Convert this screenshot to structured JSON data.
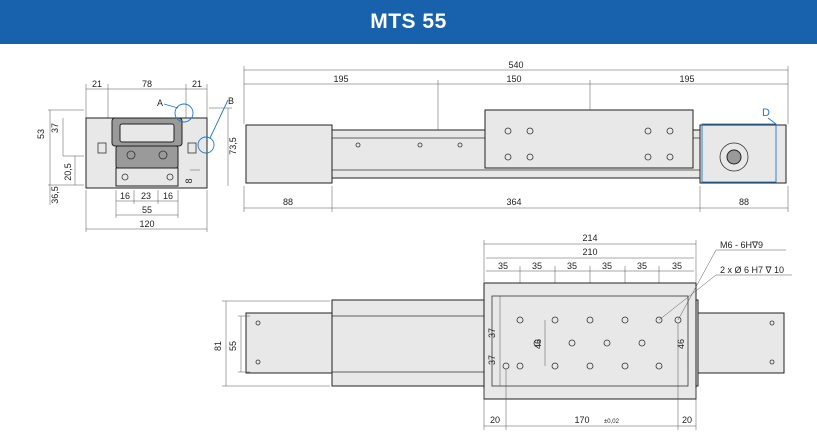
{
  "title": "MTS 55",
  "colors": {
    "header_bg": "#1761ad",
    "header_text": "#ffffff",
    "callout_blue": "#1f78c8"
  },
  "end_view": {
    "dims": {
      "top_left": "21",
      "top_mid": "78",
      "top_right": "21",
      "height_53": "53",
      "height_37": "37",
      "height_73_5": "73,5",
      "height_20_5": "20,5",
      "height_36_5": "36,5",
      "dim_16a": "16",
      "dim_23": "23",
      "dim_16b": "16",
      "dim_55": "55",
      "dim_8": "8",
      "width_120": "120"
    },
    "callouts": {
      "a": "A",
      "b": "B"
    }
  },
  "side_view": {
    "dims": {
      "total_540": "540",
      "left_195": "195",
      "mid_150": "150",
      "right_195": "195",
      "bot_88a": "88",
      "bot_364": "364",
      "bot_88b": "88"
    },
    "callout_d": "D"
  },
  "top_view": {
    "dims": {
      "w214": "214",
      "w210": "210",
      "p35": [
        "35",
        "35",
        "35",
        "35",
        "35",
        "35"
      ],
      "h81": "81",
      "h55": "55",
      "v37a": "37",
      "v37b": "37",
      "v46a": "46",
      "v46b": "46",
      "b20a": "20",
      "b170": "170",
      "b170_tol": "±0,02",
      "b20b": "20"
    },
    "notes": {
      "thread": "M6 - 6H∇9",
      "pin": "2 x Ø 6 H7 ∇ 10"
    }
  }
}
